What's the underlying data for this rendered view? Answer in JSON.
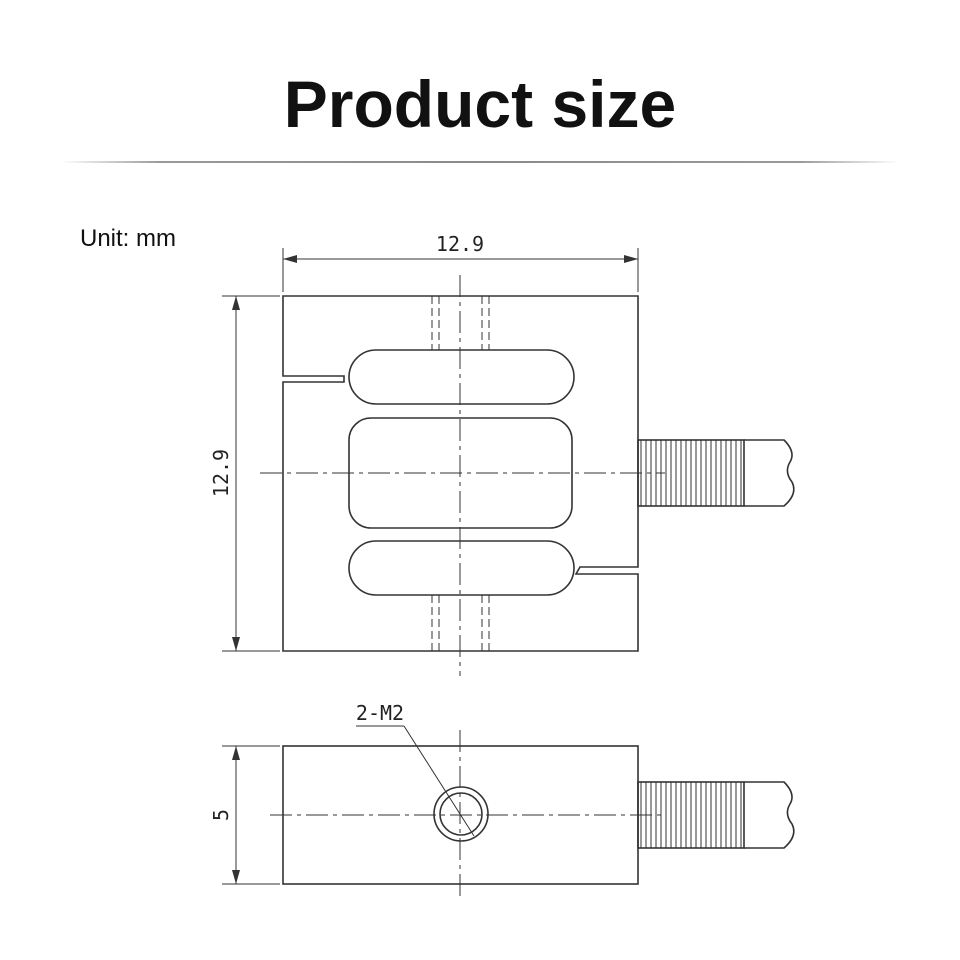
{
  "header": {
    "title": "Product size"
  },
  "unit": {
    "label": "Unit: mm"
  },
  "drawing": {
    "front_view": {
      "width_dimension": "12.9",
      "height_dimension": "12.9"
    },
    "side_view": {
      "thickness_dimension": "5",
      "hole_callout": "2-M2"
    }
  },
  "colors": {
    "line": "#333333",
    "text": "#111111",
    "background": "#ffffff"
  }
}
